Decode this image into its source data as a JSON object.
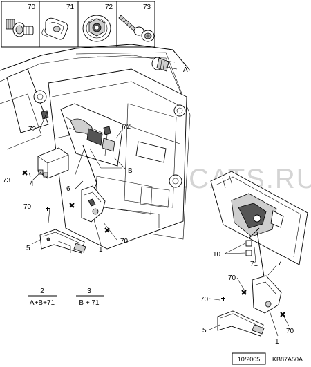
{
  "legend_parts": [
    {
      "id": "part-70",
      "label": "70",
      "icon": "screw-with-washer-icon"
    },
    {
      "id": "part-71",
      "label": "71",
      "icon": "cable-clip-icon"
    },
    {
      "id": "part-72",
      "label": "72",
      "icon": "grommet-nut-icon"
    },
    {
      "id": "part-73",
      "label": "73",
      "icon": "wood-screw-icon"
    }
  ],
  "callouts": {
    "c72a": "72",
    "c72b": "72",
    "c4": "4",
    "c73": "73",
    "c6": "6",
    "c70a": "70",
    "c5a": "5",
    "c1a": "1",
    "c70b": "70",
    "cA": "A",
    "cB": "B",
    "c10": "10",
    "c71": "71",
    "c7": "7",
    "c70c": "70",
    "c70d": "70",
    "c5b": "5",
    "c1b": "1",
    "c70e": "70"
  },
  "formulas": [
    {
      "number": "2",
      "composition": "A+B+71"
    },
    {
      "number": "3",
      "composition": "B + 71"
    }
  ],
  "watermark": "WWW.ELCATS.RU",
  "footer": {
    "date": "10/2005",
    "code": "KB87A50A"
  }
}
